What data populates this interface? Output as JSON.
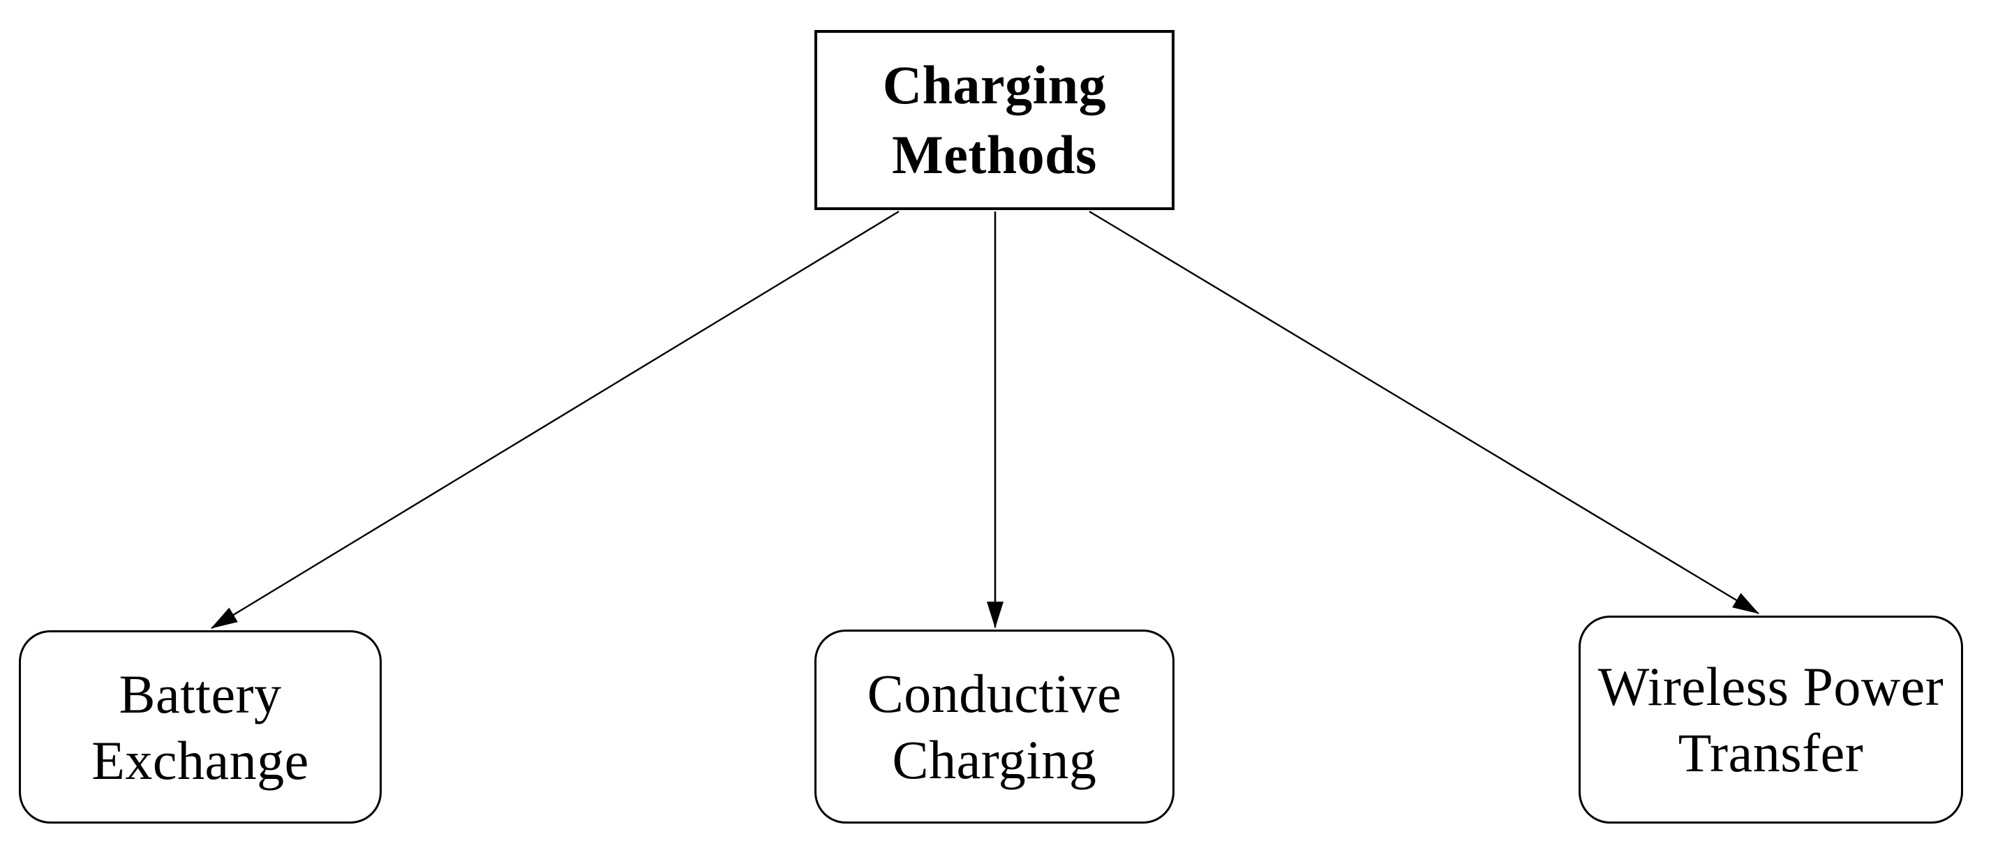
{
  "diagram": {
    "type": "flowchart",
    "colors": {
      "background": "#ffffff",
      "node_fill": "#ffffff",
      "stroke": "#000000",
      "text": "#000000"
    },
    "nodes": [
      {
        "id": "charging-methods",
        "label": "Charging Methods",
        "shape": "rectangle",
        "text_style": "bold",
        "role": "root"
      },
      {
        "id": "battery-exchange",
        "label": "Battery Exchange",
        "shape": "rounded-rectangle",
        "text_style": "regular",
        "role": "child"
      },
      {
        "id": "conductive-charging",
        "label": "Conductive Charging",
        "shape": "rounded-rectangle",
        "text_style": "regular",
        "role": "child"
      },
      {
        "id": "wireless-power-transfer",
        "label": "Wireless Power Transfer",
        "shape": "rounded-rectangle",
        "text_style": "regular",
        "role": "child"
      }
    ],
    "edges": [
      {
        "from": "charging-methods",
        "to": "battery-exchange",
        "style": "solid",
        "arrowhead": "filled-triangle"
      },
      {
        "from": "charging-methods",
        "to": "conductive-charging",
        "style": "solid",
        "arrowhead": "filled-triangle"
      },
      {
        "from": "charging-methods",
        "to": "wireless-power-transfer",
        "style": "solid",
        "arrowhead": "filled-triangle"
      }
    ]
  }
}
